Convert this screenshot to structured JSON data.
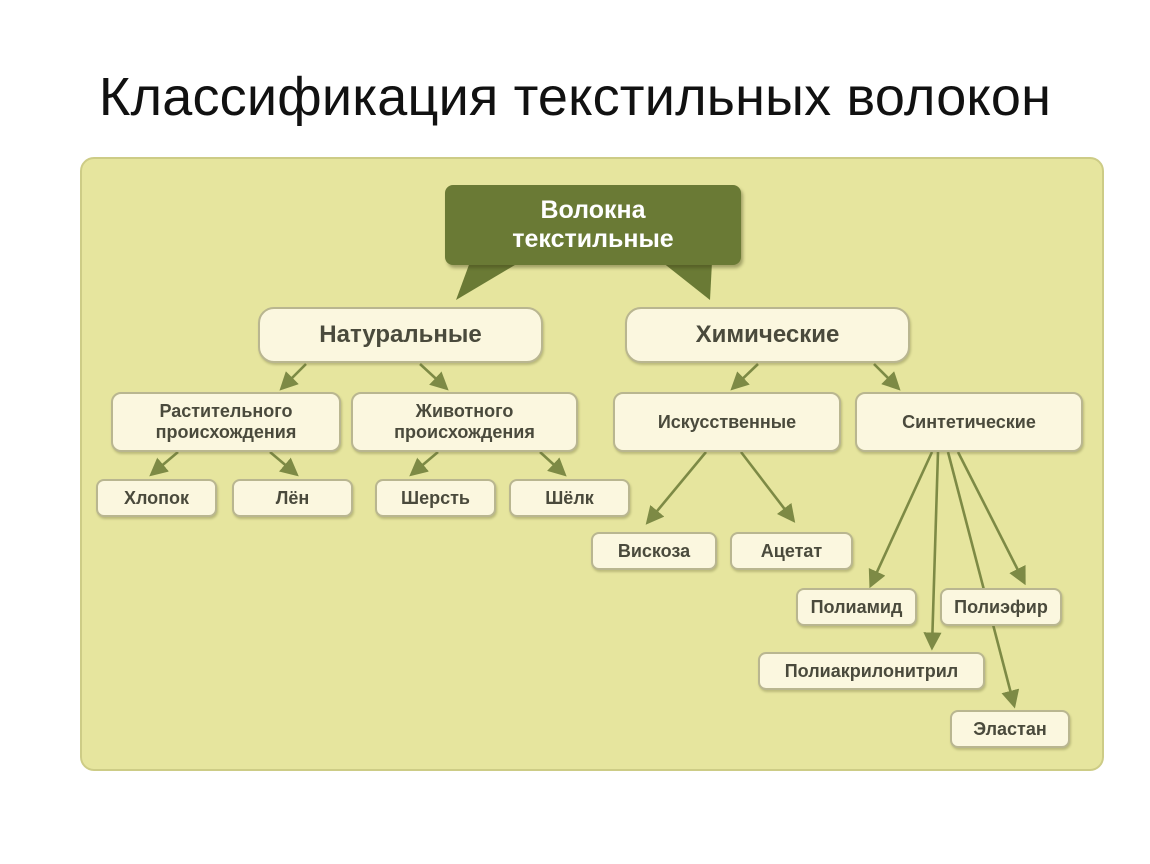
{
  "title": "Классификация текстильных волокон",
  "root": {
    "line1": "Волокна",
    "line2": "текстильные"
  },
  "natural": {
    "label": "Натуральные",
    "plant": {
      "line1": "Растительного",
      "line2": "происхождения"
    },
    "animal": {
      "line1": "Животного",
      "line2": "происхождения"
    },
    "plant_items": [
      "Хлопок",
      "Лён"
    ],
    "animal_items": [
      "Шерсть",
      "Шёлк"
    ]
  },
  "chemical": {
    "label": "Химические",
    "artificial": {
      "label": "Искусственные",
      "items": [
        "Вискоза",
        "Ацетат"
      ]
    },
    "synthetic": {
      "label": "Синтетические",
      "items": [
        "Полиамид",
        "Полиэфир",
        "Полиакрилонитрил",
        "Эластан"
      ]
    }
  },
  "colors": {
    "panel": "#e6e59e",
    "root_fill": "#6a7a35",
    "node_fill": "#fbf7df",
    "arrow": "#7d8a45"
  }
}
